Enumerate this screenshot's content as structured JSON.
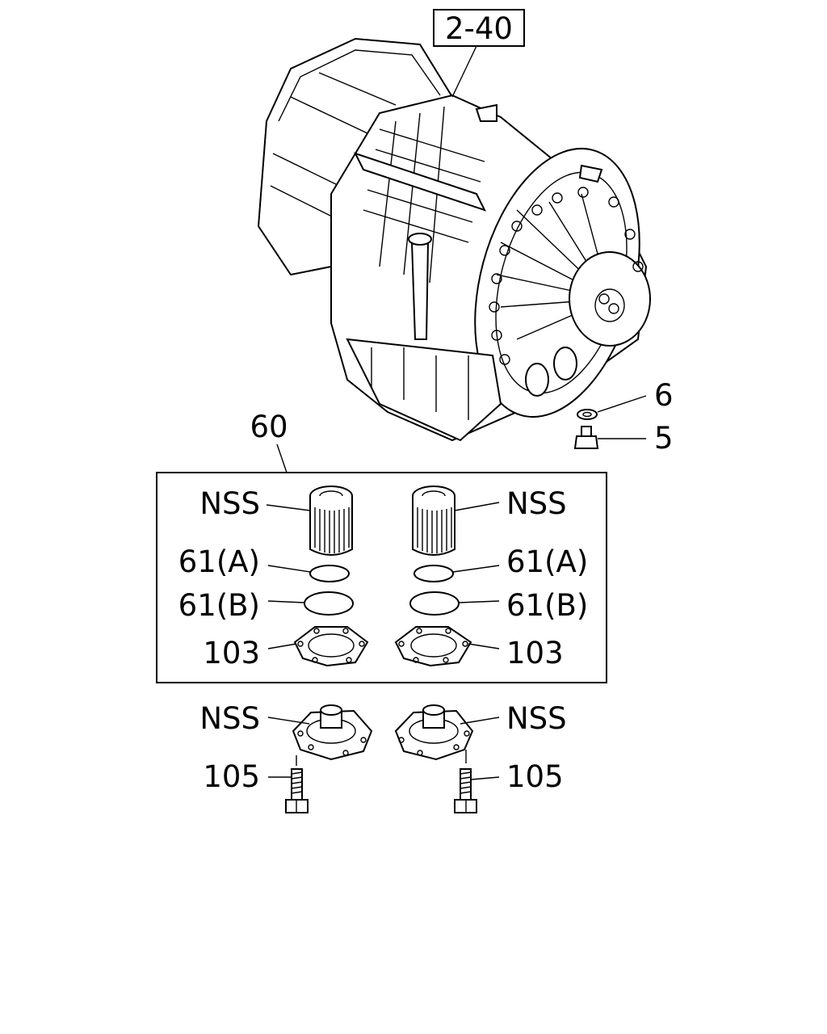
{
  "callouts": {
    "assembly_ref": "2-40",
    "washer": "6",
    "drain_plug": "5",
    "filter_kit": "60",
    "element_left": "NSS",
    "element_right": "NSS",
    "oring_a_left": "61(A)",
    "oring_a_right": "61(A)",
    "oring_b_left": "61(B)",
    "oring_b_right": "61(B)",
    "gasket_left": "103",
    "gasket_right": "103",
    "cover_left": "NSS",
    "cover_right": "NSS",
    "bolt_left": "105",
    "bolt_right": "105"
  }
}
